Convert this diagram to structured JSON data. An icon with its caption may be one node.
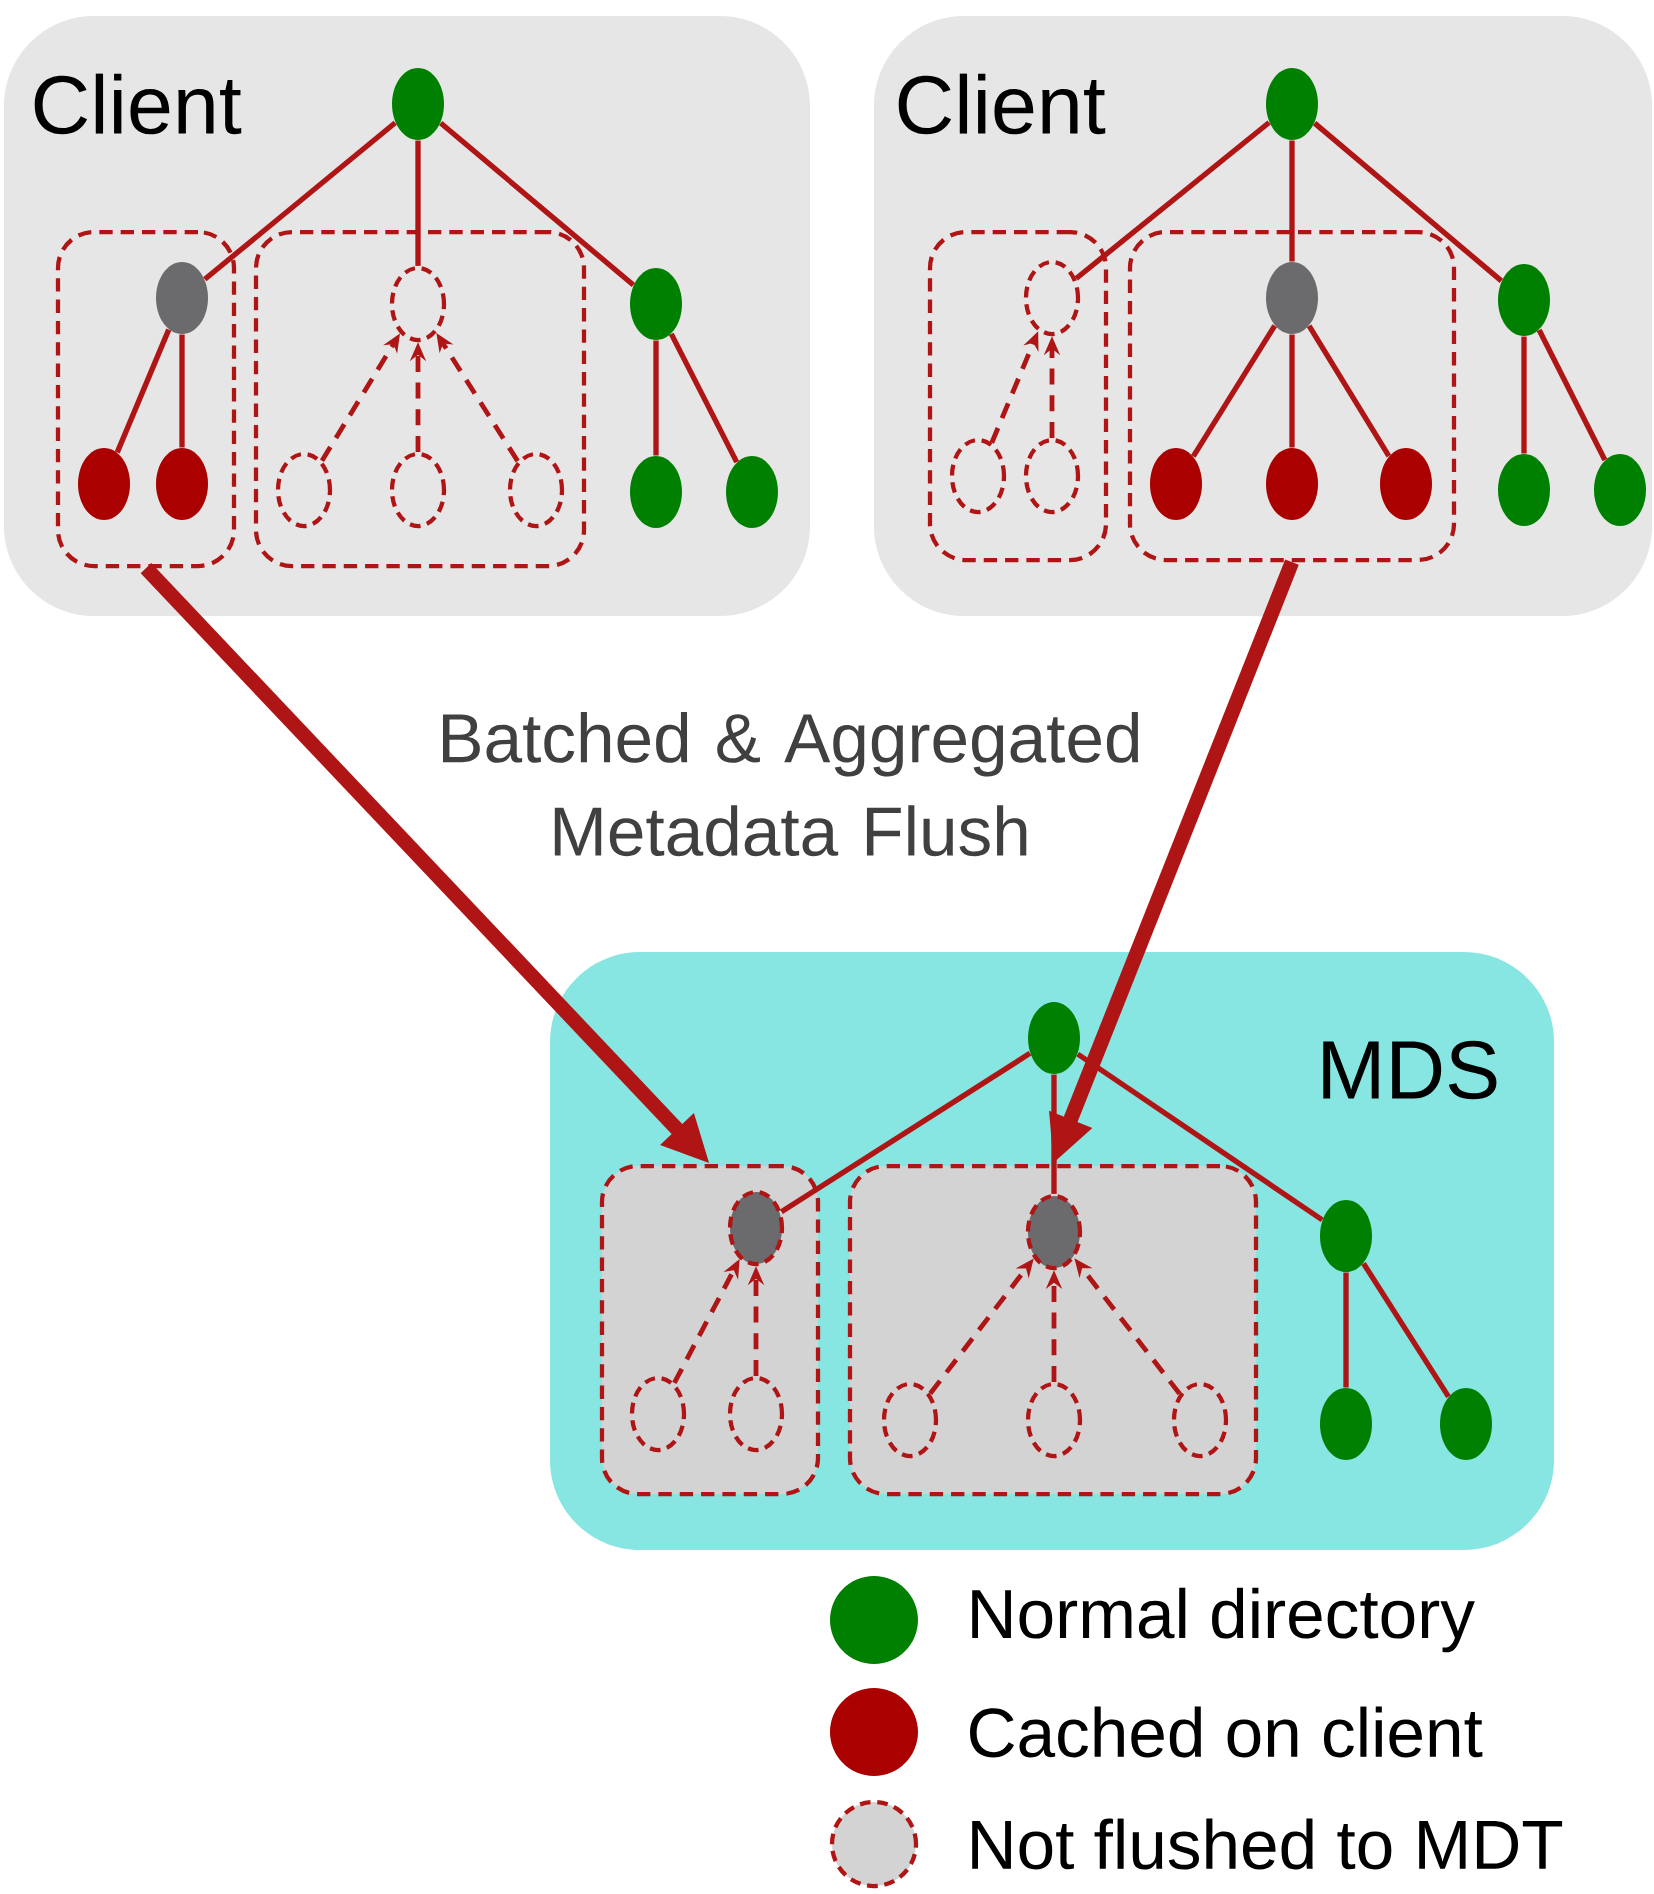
{
  "diagram": {
    "nodes": [
      {
        "text": [
          "Client"
        ]
      },
      {
        "text": [],
        "shape": "circle",
        "in": 0
      },
      {
        "text": [],
        "shape": "box",
        "in": 0
      },
      {
        "text": [],
        "shape": "circle",
        "in": 2
      },
      {
        "text": [],
        "shape": "circle",
        "in": 2
      },
      {
        "text": [],
        "shape": "circle",
        "in": 2
      },
      {
        "text": [],
        "shape": "box",
        "in": 0
      },
      {
        "text": [],
        "shape": "circle",
        "in": 6
      },
      {
        "text": [],
        "shape": "circle",
        "in": 6
      },
      {
        "text": [],
        "shape": "circle",
        "in": 6
      },
      {
        "text": [],
        "shape": "circle",
        "in": 6
      },
      {
        "text": [],
        "shape": "circle",
        "in": 0
      },
      {
        "text": [],
        "shape": "circle",
        "in": 0
      },
      {
        "text": [],
        "shape": "circle",
        "in": 0
      },
      {
        "text": [
          "Client"
        ]
      },
      {
        "text": [],
        "shape": "circle",
        "in": 14
      },
      {
        "text": [],
        "shape": "box",
        "in": 14
      },
      {
        "text": [],
        "shape": "circle",
        "in": 16
      },
      {
        "text": [],
        "shape": "circle",
        "in": 16
      },
      {
        "text": [],
        "shape": "circle",
        "in": 16
      },
      {
        "text": [],
        "shape": "box",
        "in": 14
      },
      {
        "text": [],
        "shape": "circle",
        "in": 20
      },
      {
        "text": [],
        "shape": "circle",
        "in": 20
      },
      {
        "text": [],
        "shape": "circle",
        "in": 20
      },
      {
        "text": [],
        "shape": "circle",
        "in": 20
      },
      {
        "text": [],
        "shape": "circle",
        "in": 14
      },
      {
        "text": [],
        "shape": "circle",
        "in": 14
      },
      {
        "text": [],
        "shape": "circle",
        "in": 14
      },
      {
        "text": [
          "MDS"
        ]
      },
      {
        "text": [],
        "shape": "circle",
        "in": 28
      },
      {
        "text": [],
        "shape": "box",
        "in": 28
      },
      {
        "text": [],
        "shape": "circle",
        "in": 30
      },
      {
        "text": [],
        "shape": "circle",
        "in": 30
      },
      {
        "text": [],
        "shape": "circle",
        "in": 30
      },
      {
        "text": [],
        "shape": "box",
        "in": 28
      },
      {
        "text": [],
        "shape": "circle",
        "in": 34
      },
      {
        "text": [],
        "shape": "circle",
        "in": 34
      },
      {
        "text": [],
        "shape": "circle",
        "in": 34
      },
      {
        "text": [],
        "shape": "circle",
        "in": 34
      },
      {
        "text": [],
        "shape": "circle",
        "in": 28
      },
      {
        "text": [],
        "shape": "circle",
        "in": 28
      },
      {
        "text": [],
        "shape": "circle",
        "in": 28
      }
    ],
    "edges": [
      {
        "from": 1,
        "to": 3,
        "arrow": "none"
      },
      {
        "from": 1,
        "to": 7,
        "arrow": "none"
      },
      {
        "from": 1,
        "to": 11,
        "arrow": "none"
      },
      {
        "from": 3,
        "to": 4,
        "arrow": "none"
      },
      {
        "from": 3,
        "to": 5,
        "arrow": "none"
      },
      {
        "from": 8,
        "to": 7,
        "arrow": "to",
        "style": "dashed"
      },
      {
        "from": 9,
        "to": 7,
        "arrow": "to",
        "style": "dashed"
      },
      {
        "from": 10,
        "to": 7,
        "arrow": "to",
        "style": "dashed"
      },
      {
        "from": 11,
        "to": 12,
        "arrow": "none"
      },
      {
        "from": 11,
        "to": 13,
        "arrow": "none"
      },
      {
        "from": 15,
        "to": 17,
        "arrow": "none"
      },
      {
        "from": 15,
        "to": 21,
        "arrow": "none"
      },
      {
        "from": 15,
        "to": 25,
        "arrow": "none"
      },
      {
        "from": 18,
        "to": 17,
        "arrow": "to",
        "style": "dashed"
      },
      {
        "from": 19,
        "to": 17,
        "arrow": "to",
        "style": "dashed"
      },
      {
        "from": 21,
        "to": 22,
        "arrow": "none"
      },
      {
        "from": 21,
        "to": 23,
        "arrow": "none"
      },
      {
        "from": 21,
        "to": 24,
        "arrow": "none"
      },
      {
        "from": 25,
        "to": 26,
        "arrow": "none"
      },
      {
        "from": 25,
        "to": 27,
        "arrow": "none"
      },
      {
        "from": 29,
        "to": 31,
        "arrow": "none"
      },
      {
        "from": 29,
        "to": 35,
        "arrow": "none"
      },
      {
        "from": 29,
        "to": 39,
        "arrow": "none"
      },
      {
        "from": 32,
        "to": 31,
        "arrow": "to",
        "style": "dashed"
      },
      {
        "from": 33,
        "to": 31,
        "arrow": "to",
        "style": "dashed"
      },
      {
        "from": 36,
        "to": 35,
        "arrow": "to",
        "style": "dashed"
      },
      {
        "from": 37,
        "to": 35,
        "arrow": "to",
        "style": "dashed"
      },
      {
        "from": 38,
        "to": 35,
        "arrow": "to",
        "style": "dashed"
      },
      {
        "from": 39,
        "to": 40,
        "arrow": "none"
      },
      {
        "from": 39,
        "to": 41,
        "arrow": "none"
      },
      {
        "from": 2,
        "to": 30,
        "arrow": "to",
        "style": "thick"
      },
      {
        "from": 20,
        "to": 34,
        "arrow": "to",
        "style": "thick"
      }
    ],
    "labels": [
      "Batched & Aggregated Metadata Flush"
    ],
    "legend": [
      {
        "text": "Normal directory",
        "color": "#008000"
      },
      {
        "text": "Cached on client",
        "color": "#aa0000"
      },
      {
        "text": "Not flushed to MDT"
      }
    ]
  }
}
